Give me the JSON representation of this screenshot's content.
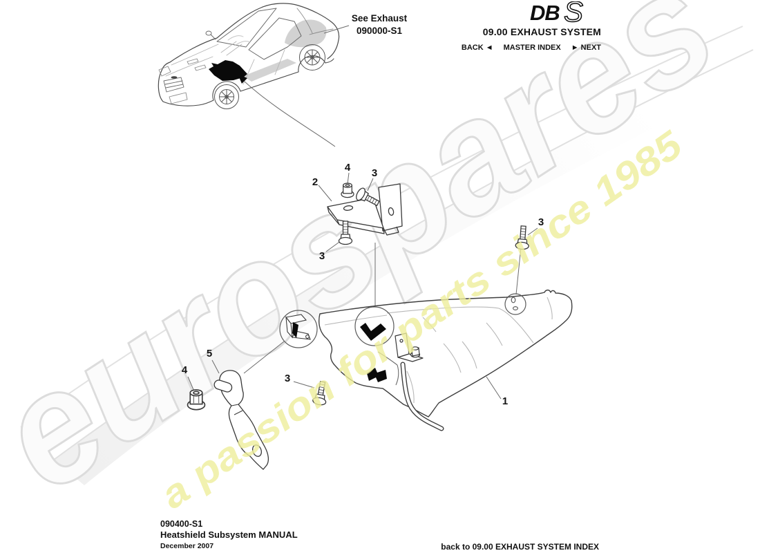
{
  "header": {
    "logo_db": "DB",
    "logo_s": "S",
    "title": "09.00 EXHAUST SYSTEM",
    "nav_back": "BACK ◄",
    "nav_master": "MASTER INDEX",
    "nav_next": "► NEXT"
  },
  "diagram": {
    "car_note_line1": "See Exhaust",
    "car_note_line2": "090000-S1",
    "callouts": [
      {
        "label": "2"
      },
      {
        "label": "4"
      },
      {
        "label": "3"
      },
      {
        "label": "3"
      },
      {
        "label": "3"
      },
      {
        "label": "1"
      },
      {
        "label": "4"
      },
      {
        "label": "5"
      },
      {
        "label": "3"
      }
    ]
  },
  "watermark": {
    "brand": "eurospares",
    "tagline": "a passion for parts since 1985"
  },
  "footer": {
    "doc_code": "090400-S1",
    "doc_title": "Heatshield Subsystem MANUAL",
    "doc_date": "December 2007",
    "index_link": "back to 09.00 EXHAUST SYSTEM INDEX"
  },
  "colors": {
    "tagline_yellow": "#eded9b",
    "watermark_gray": "#dcdcdc",
    "line_dark": "#3c3c3c",
    "line_light": "#b8b8b8"
  }
}
